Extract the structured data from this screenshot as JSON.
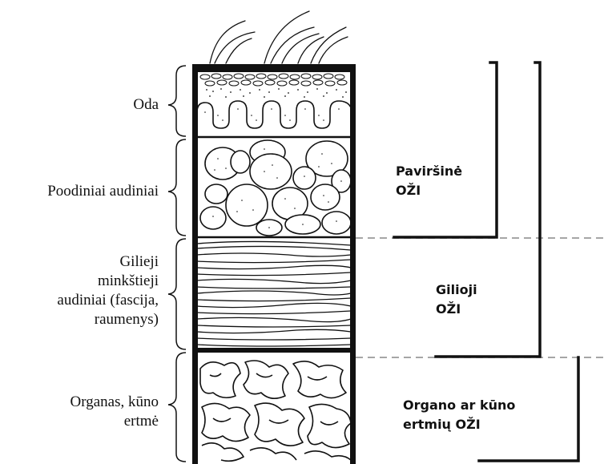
{
  "layers": {
    "skin": {
      "lines": [
        "Oda"
      ]
    },
    "subcutaneous": {
      "lines": [
        "Poodiniai audiniai"
      ]
    },
    "deep_soft_tissue": {
      "lines": [
        "Gilieji",
        "minkštieji",
        "audiniai (fascija,",
        "raumenys)"
      ]
    },
    "organ": {
      "lines": [
        "Organas, kūno",
        "ertmė"
      ]
    }
  },
  "zones": {
    "superficial": {
      "lines": [
        "Paviršinė",
        "OŽI"
      ]
    },
    "deep": {
      "lines": [
        "Gilioji",
        "OŽI"
      ]
    },
    "organ_space": {
      "lines": [
        "Organo ar kūno",
        "ertmių OŽI"
      ]
    }
  },
  "colors": {
    "ink": "#111111",
    "dash": "#888888",
    "background": "#ffffff"
  },
  "icons": [
    "hair-icon",
    "bracket-icon"
  ]
}
